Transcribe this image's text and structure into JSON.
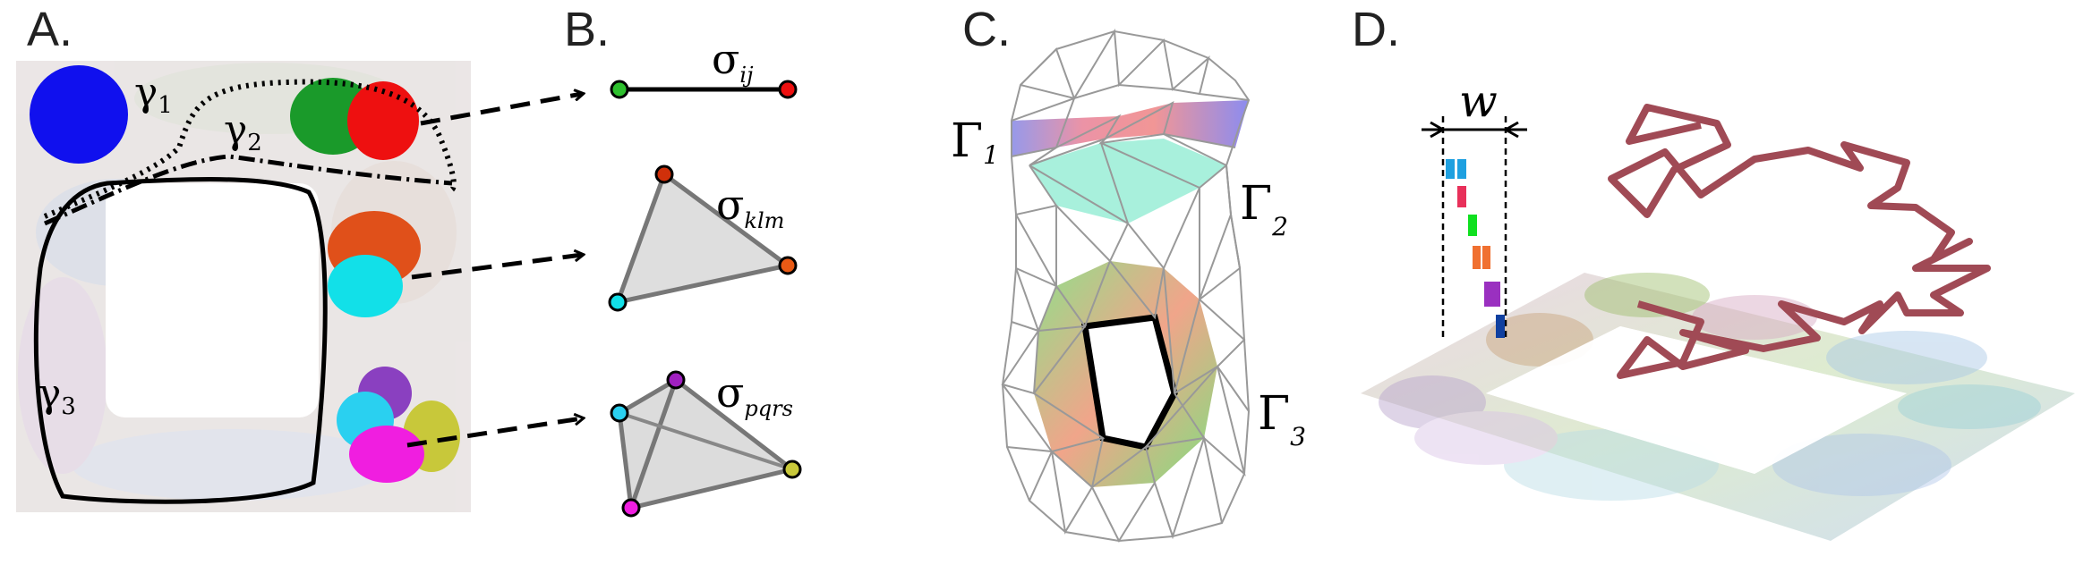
{
  "panels": {
    "a": {
      "letter": "A.",
      "labels": {
        "gamma1": "γ",
        "gamma1_sub": "1",
        "gamma2": "γ",
        "gamma2_sub": "2",
        "gamma3": "γ",
        "gamma3_sub": "3"
      }
    },
    "b": {
      "letter": "B.",
      "labels": {
        "sigma": "σ",
        "edge_sub": "ij",
        "triangle_sub": "klm",
        "tetra_sub": "pqrs"
      }
    },
    "c": {
      "letter": "C.",
      "labels": {
        "Gamma": "Γ",
        "Gamma1_sub": "1",
        "Gamma2_sub": "2",
        "Gamma3_sub": "3"
      }
    },
    "d": {
      "letter": "D.",
      "labels": {
        "window": "w"
      }
    }
  },
  "colors": {
    "cluster_blue": "#1010ee",
    "cluster_green": "#1a9a2a",
    "cluster_red": "#ee1010",
    "cluster_orange": "#e0501a",
    "cluster_cyan": "#12e0e8",
    "cluster_purple": "#8a40c0",
    "cluster_magenta": "#f01ee0",
    "cluster_olive": "#c8c83a",
    "trajectory": "#a04a55",
    "mesh_line": "#999999"
  },
  "icons": [
    "arrow-right-icon"
  ]
}
